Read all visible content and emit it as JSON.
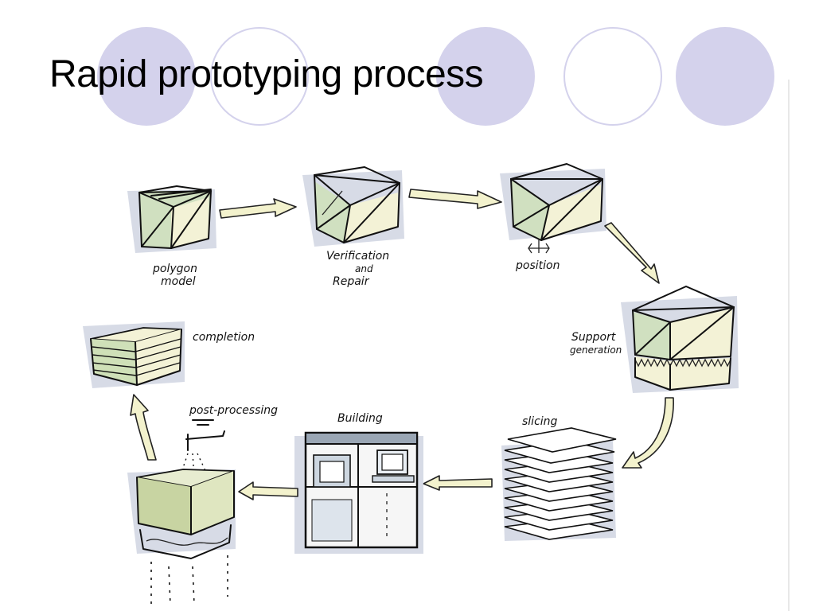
{
  "title": "Rapid prototyping process",
  "colors": {
    "circle_fill": "#d4d2ec",
    "circle_stroke": "#d4d2ec",
    "circle_outline": "#d4d2ec",
    "green_face": "#cfe0b8",
    "cream_face": "#f3f2d6",
    "arrow_fill": "#f3f2cd",
    "shadow": "#c6ccdc"
  },
  "steps": {
    "polygon_model": {
      "line1": "polygon",
      "line2": "model"
    },
    "verification": {
      "line1": "Verification",
      "line2": "and",
      "line3": "Repair"
    },
    "position": {
      "label": "position"
    },
    "support": {
      "line1": "Support",
      "line2": "generation"
    },
    "slicing": {
      "label": "slicing"
    },
    "building": {
      "label": "Building"
    },
    "post_processing": {
      "label": "post-processing"
    },
    "completion": {
      "label": "completion"
    }
  }
}
